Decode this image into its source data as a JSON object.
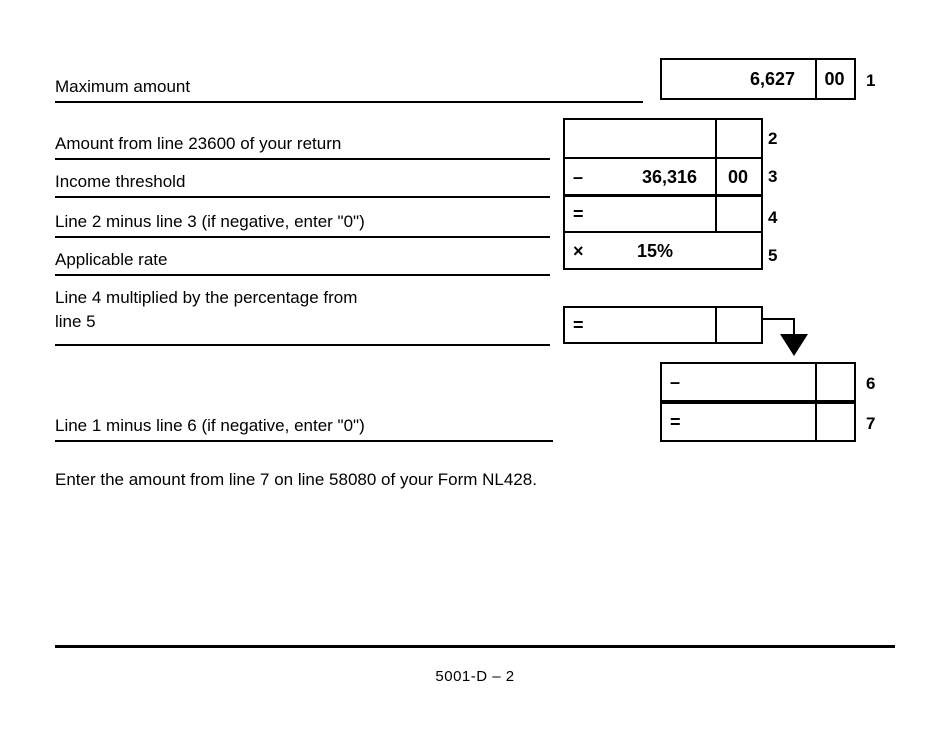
{
  "form": {
    "footer_code": "5001-D – 2",
    "closing_note": "Enter the amount from line 7 on line 58080 of your Form NL428."
  },
  "rows": [
    {
      "id": "line-1",
      "label": "Maximum amount",
      "line_number": "1",
      "operator": "",
      "amount": "6,627",
      "cents": "00"
    },
    {
      "id": "line-2",
      "label": "Amount from line 23600 of your return",
      "line_number": "2",
      "operator": "",
      "amount": "",
      "cents": ""
    },
    {
      "id": "line-3",
      "label": "Income threshold",
      "line_number": "3",
      "operator": "–",
      "amount": "36,316",
      "cents": "00"
    },
    {
      "id": "line-4",
      "label": "Line 2 minus line 3 (if negative, enter \"0\")",
      "line_number": "4",
      "operator": "=",
      "amount": "",
      "cents": ""
    },
    {
      "id": "line-5",
      "label": "Applicable rate",
      "line_number": "5",
      "operator": "×",
      "amount": "15%",
      "cents": ""
    },
    {
      "id": "line-5-result",
      "label": "Line 4 multiplied by the percentage from\nline 5",
      "line_number": "",
      "operator": "=",
      "amount": "",
      "cents": ""
    },
    {
      "id": "line-6",
      "label": "",
      "line_number": "6",
      "operator": "–",
      "amount": "",
      "cents": ""
    },
    {
      "id": "line-7",
      "label": "Line 1 minus line 6 (if negative, enter \"0\")",
      "line_number": "7",
      "operator": "=",
      "amount": "",
      "cents": ""
    }
  ]
}
